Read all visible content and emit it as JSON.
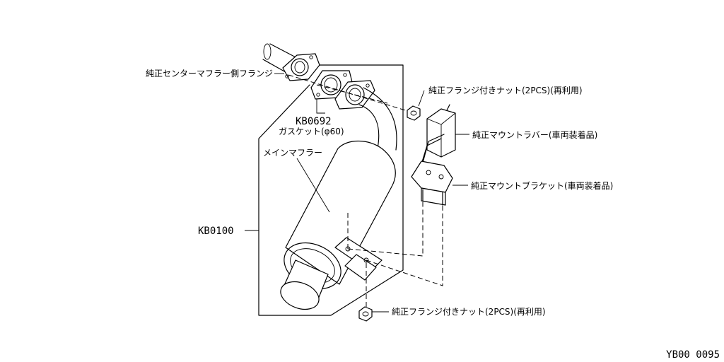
{
  "labels": {
    "center_flange": "純正センターマフラー側フランジ",
    "gasket_code": "KB0692",
    "gasket_desc": "ガスケット(φ60)",
    "main_muffler": "メインマフラー",
    "assembly_code": "KB0100",
    "flange_nut_top": "純正フランジ付きナット(2PCS)(再利用)",
    "mount_rubber": "純正マウントラバー(車両装着品)",
    "mount_bracket": "純正マウントブラケット(車両装着品)",
    "flange_nut_bottom": "純正フランジ付きナット(2PCS)(再利用)"
  },
  "footer": {
    "figure_code": "YB00 0095"
  }
}
